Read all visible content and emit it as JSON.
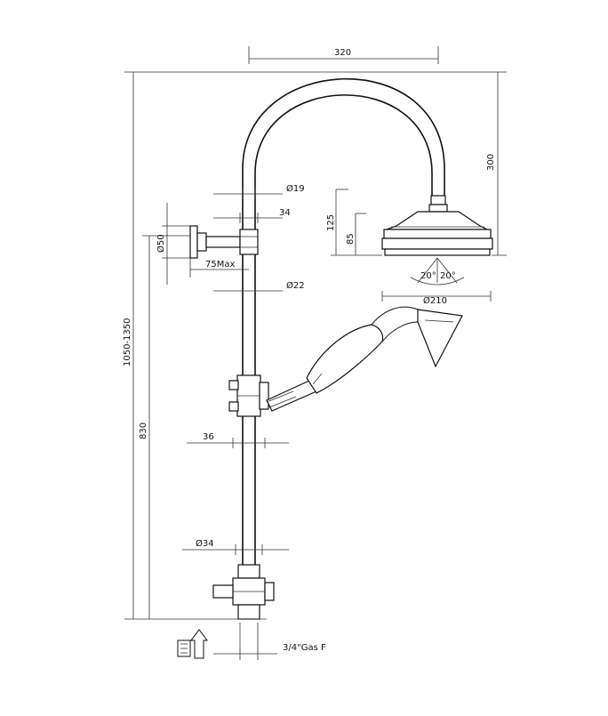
{
  "dimensions": {
    "top_width": "320",
    "head_height": "300",
    "total_height": "1050-1350",
    "outlet_height": "830",
    "arm_pipe_dia": "Ø19",
    "arm_offset": "34",
    "bracket_dia": "Ø50",
    "bracket_depth": "75Max",
    "riser_dia": "Ø22",
    "holder_width": "36",
    "mixer_dia": "Ø34",
    "inlet_thread": "3/4\"Gas F",
    "head_total": "125",
    "head_body": "85",
    "tilt_left": "20°",
    "tilt_right": "20°",
    "head_dia": "Ø210"
  }
}
